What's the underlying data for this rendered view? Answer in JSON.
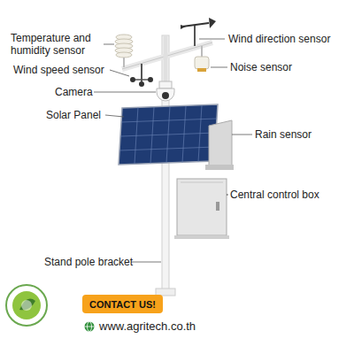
{
  "diagram": {
    "nodes": [
      {
        "text": [
          "CONTACT US!"
        ]
      }
    ],
    "edges": [],
    "labels": [
      "Temperature and humidity sensor",
      "Wind direction sensor",
      "Wind speed sensor",
      "Noise sensor",
      "Camera",
      "Solar Panel",
      "Rain sensor",
      "Central control box",
      "Stand pole bracket",
      "www.agritech.co.th"
    ]
  }
}
